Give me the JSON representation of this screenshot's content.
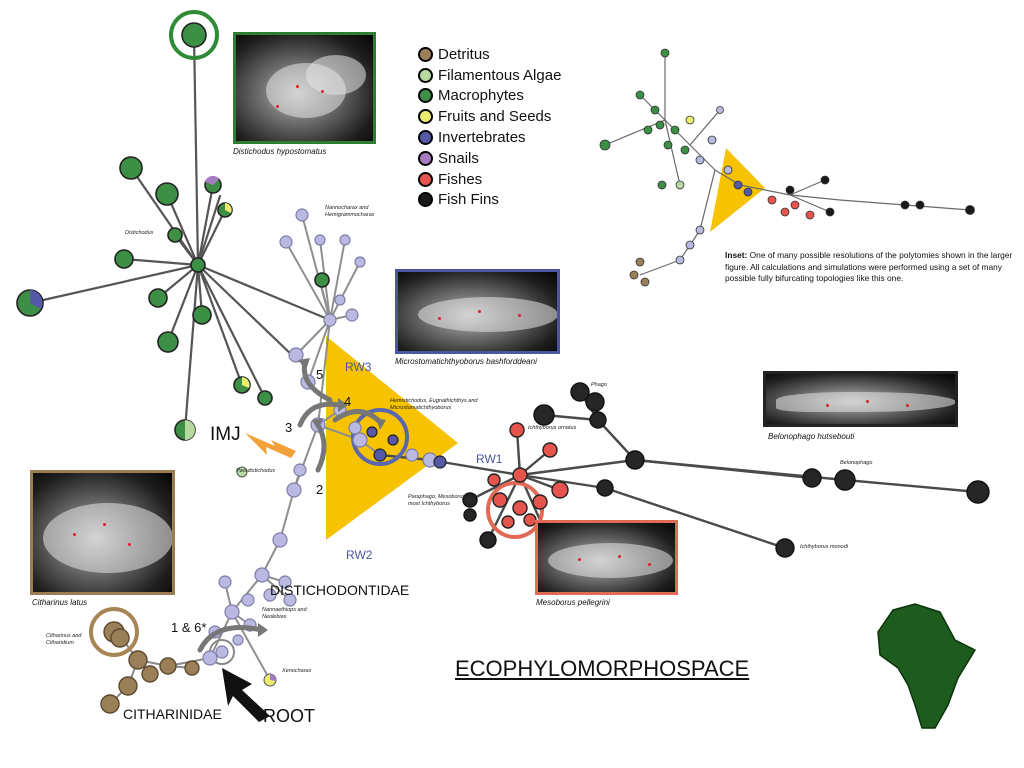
{
  "legend": {
    "items": [
      {
        "label": "Detritus",
        "color": "#9b7f58"
      },
      {
        "label": "Filamentous Algae",
        "color": "#b7d9a0"
      },
      {
        "label": "Macrophytes",
        "color": "#3d8f45"
      },
      {
        "label": "Fruits and Seeds",
        "color": "#ecec6e"
      },
      {
        "label": "Invertebrates",
        "color": "#5658a8"
      },
      {
        "label": "Snails",
        "color": "#a67bbf"
      },
      {
        "label": "Fishes",
        "color": "#e5554d"
      },
      {
        "label": "Fish Fins",
        "color": "#1a1a1a"
      }
    ]
  },
  "photos": {
    "distichodus": {
      "caption": "Distichodus hypostomatus",
      "border": "#2e7d32"
    },
    "microstomatichthyoborus": {
      "caption": "Microstomatichthyoborus bashforddeani",
      "border": "#4a56a0"
    },
    "belonophago": {
      "caption": "Belonophago hutsebouti",
      "border": "#222222"
    },
    "citharinus": {
      "caption": "Citharinus latus",
      "border": "#9c7d52"
    },
    "mesoborus": {
      "caption": "Mesoborus pellegrini",
      "border": "#e06a56"
    }
  },
  "taxa_labels": {
    "distichodus": "Distichodus",
    "nannocharax": "Nannocharax and Hemigrammocharax",
    "hemistichodus": "Hemistichodus, Eugnathichthys and Microstomatichthyoborus",
    "phago": "Phago",
    "ichthyborus_ornatus": "Ichthyborus ornatus",
    "paraphago": "Paraphago, Mesoborus and most Ichthyborus",
    "paradistichodus": "Paradistichodus",
    "belonophago": "Belonophago",
    "ichthyborus_monodi": "Ichthyborus monodi",
    "nannaethiops": "Nannaethiops and Neolebias",
    "xenocharax": "Xenocharax",
    "citharinus": "Citharinus and Citharidium"
  },
  "annotations": {
    "rw1": "RW1",
    "rw2": "RW2",
    "rw3": "RW3",
    "imj": "IMJ",
    "step_1_6": "1 & 6*",
    "step_2": "2",
    "step_3": "3",
    "step_4": "4",
    "step_5": "5",
    "distichodontidae": "DISTICHODONTIDAE",
    "citharinidae": "CITHARINIDAE",
    "root": "ROOT",
    "title": "ECOPHYLOMORPHOSPACE"
  },
  "inset": {
    "heading": "Inset:",
    "text": "One of many possible resolutions of the polytomies shown in the larger figure. All calculations and simulations were performed using a set of many possible fully bifurcating topologies like this one."
  },
  "colors": {
    "accent_yellow": "#f7c300",
    "arrow_orange": "#f3a03b",
    "map_green": "#1e5b1e"
  }
}
